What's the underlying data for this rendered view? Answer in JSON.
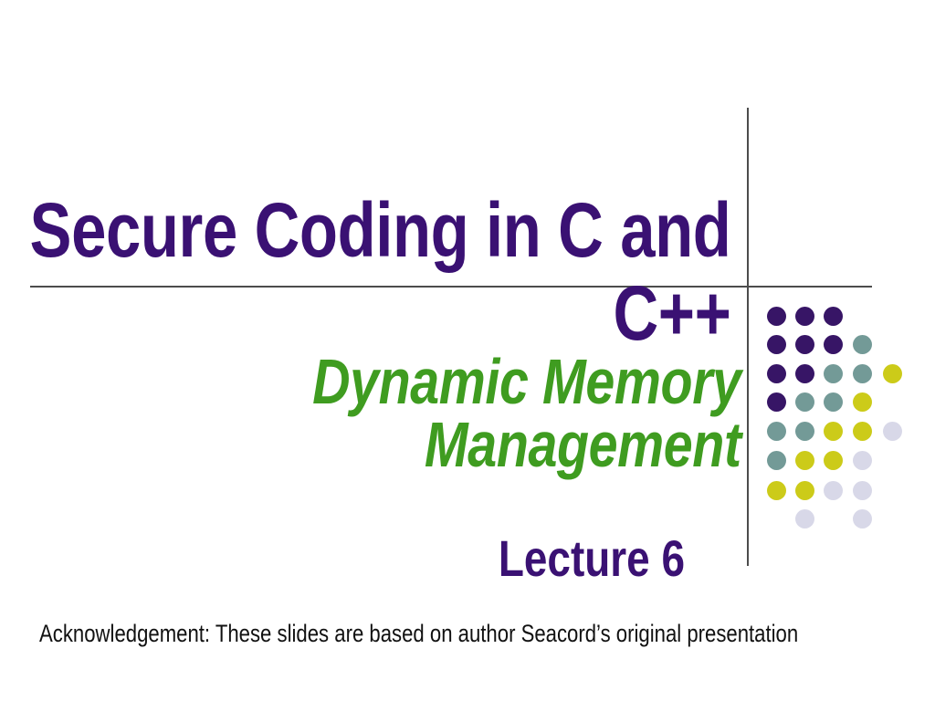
{
  "slide": {
    "background": "#ffffff",
    "title": {
      "lines": [
        "Secure Coding in C and",
        "C++"
      ],
      "color": "#3A1173"
    },
    "subtitle": {
      "lines": [
        "Dynamic Memory",
        "Management"
      ],
      "color": "#3F9C20"
    },
    "lecture_label": "Lecture 6",
    "lecture_color": "#3A1173",
    "acknowledgement": "Acknowledgement: These slides are based on author Seacord’s original presentation"
  },
  "decoration": {
    "divider_color": "#4C4C4C",
    "dot_diameter": 21,
    "palette": {
      "purple": "#371566",
      "teal": "#739A97",
      "yellow": "#CCCB19",
      "lavender": "#D8D8E8"
    },
    "dot_grid": {
      "col_x": [
        850,
        881,
        912,
        944,
        977
      ],
      "row_y": [
        346,
        377,
        409,
        440,
        472,
        504,
        537,
        568
      ],
      "rows": [
        [
          "purple",
          "purple",
          "purple",
          null,
          null
        ],
        [
          "purple",
          "purple",
          "purple",
          "teal",
          null
        ],
        [
          "purple",
          "purple",
          "teal",
          "teal",
          "yellow"
        ],
        [
          "purple",
          "teal",
          "teal",
          "yellow",
          null
        ],
        [
          "teal",
          "teal",
          "yellow",
          "yellow",
          "lavender"
        ],
        [
          "teal",
          "yellow",
          "yellow",
          "lavender",
          null
        ],
        [
          "yellow",
          "yellow",
          "lavender",
          "lavender",
          null
        ],
        [
          null,
          "lavender",
          null,
          "lavender",
          null
        ]
      ]
    }
  }
}
